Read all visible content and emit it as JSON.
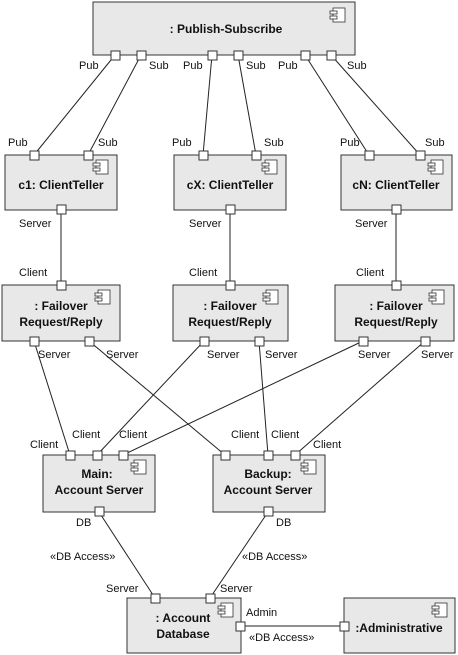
{
  "components": {
    "publish_subscribe": {
      "name": ": Publish-Subscribe"
    },
    "c1": {
      "name": "c1: ClientTeller"
    },
    "cx": {
      "name": "cX: ClientTeller"
    },
    "cn": {
      "name": "cN: ClientTeller"
    },
    "failover1": {
      "line1": ": Failover",
      "line2": "Request/Reply"
    },
    "failover2": {
      "line1": ": Failover",
      "line2": "Request/Reply"
    },
    "failover3": {
      "line1": ": Failover",
      "line2": "Request/Reply"
    },
    "main_server": {
      "line1": "Main:",
      "line2": "Account Server"
    },
    "backup_server": {
      "line1": "Backup:",
      "line2": "Account Server"
    },
    "database": {
      "line1": ": Account",
      "line2": "Database"
    },
    "administrative": {
      "name": ":Administrative"
    }
  },
  "port_labels": {
    "pub": "Pub",
    "sub": "Sub",
    "server": "Server",
    "client": "Client",
    "db": "DB",
    "admin": "Admin"
  },
  "stereotypes": {
    "db_access": "«DB Access»"
  },
  "icon": "component-icon"
}
